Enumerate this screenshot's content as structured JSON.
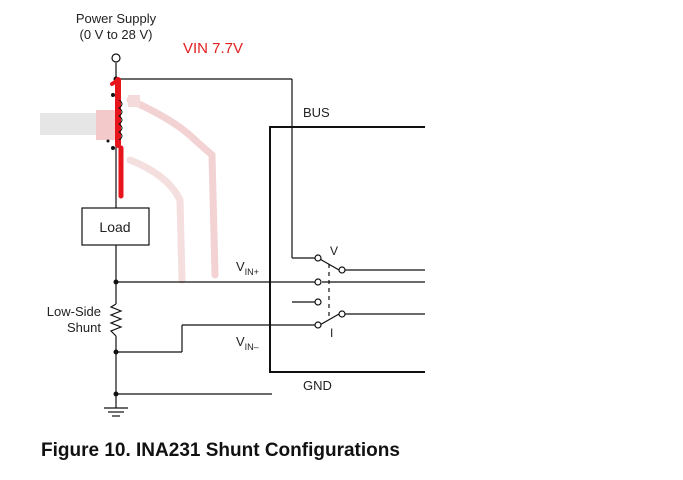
{
  "labels": {
    "power_supply_line1": "Power Supply",
    "power_supply_line2": "(0 V to 28 V)",
    "vin_annotation": "VIN 7.7V",
    "bus": "BUS",
    "load": "Load",
    "low_side_line1": "Low-Side",
    "low_side_line2": "Shunt",
    "vin_plus_main": "V",
    "vin_plus_sub": "IN+",
    "vin_minus_main": "V",
    "vin_minus_sub": "IN–",
    "switch_v": "V",
    "switch_i": "I",
    "gnd": "GND"
  },
  "caption": "Figure 10. INA231 Shunt Configurations",
  "colors": {
    "wire": "#111111",
    "annotation": "#e02020",
    "annotation_marker": "#e8141c",
    "faded_trace": "#f2d2d2"
  }
}
